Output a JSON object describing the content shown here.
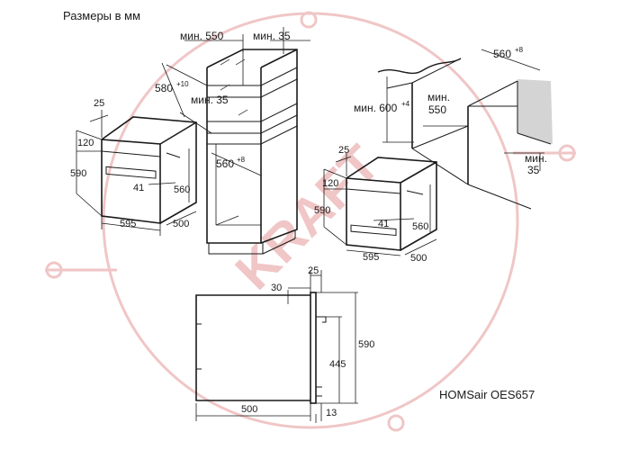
{
  "header": {
    "title": "Размеры в мм"
  },
  "footer": {
    "model": "HOMSair OES657"
  },
  "watermark": {
    "text": "KRAFT",
    "color": "#f0c6c6"
  },
  "dims": {
    "tower": {
      "min550": "мин. 550",
      "min35": "мин. 35",
      "h580": "580",
      "h580_tol": "+10",
      "min35_inner": "мин. 35",
      "w560": "560",
      "w560_tol": "+8"
    },
    "oven_left": {
      "d25": "25",
      "d120": "120",
      "d590": "590",
      "d41": "41",
      "d560": "560",
      "d595": "595",
      "d500": "500"
    },
    "undercounter": {
      "w560": "560",
      "w560_tol": "+8",
      "min600": "мин. 600",
      "min600_tol": "+4",
      "min550": "мин.",
      "min550_val": "550",
      "min35": "мин.",
      "min35_val": "35"
    },
    "oven_right": {
      "d25": "25",
      "d120": "120",
      "d590": "590",
      "d41": "41",
      "d560": "560",
      "d595": "595",
      "d500": "500"
    },
    "side": {
      "d25": "25",
      "d30": "30",
      "d590": "590",
      "d445": "445",
      "d500": "500",
      "d13": "13"
    }
  }
}
